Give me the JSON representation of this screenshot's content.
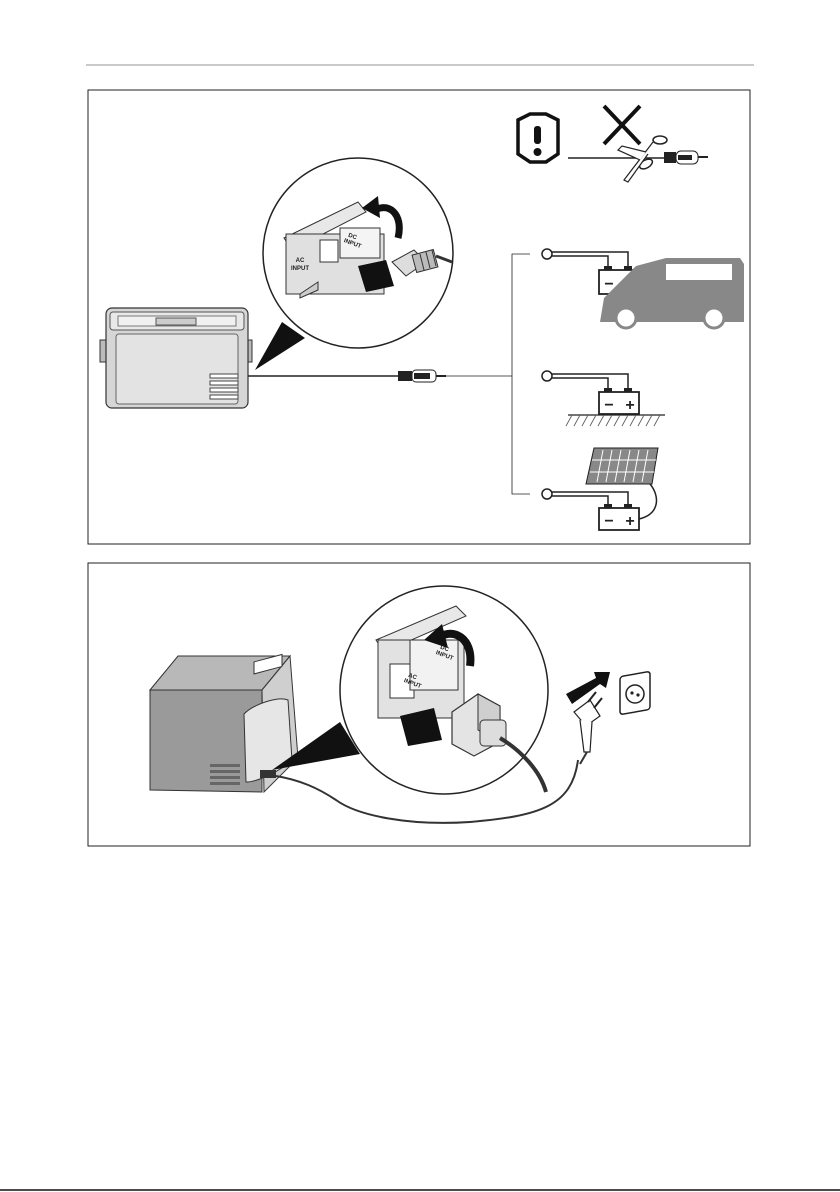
{
  "figure1": {
    "port_labels": {
      "ac_line1": "AC",
      "ac_line2": "INPUT",
      "dc_line1": "DC",
      "dc_line2": "INPUT"
    },
    "battery_symbols": {
      "minus": "−",
      "plus": "+"
    }
  },
  "figure2": {
    "port_labels": {
      "ac_line1": "AC",
      "ac_line2": "INPUT",
      "dc_line1": "DC",
      "dc_line2": "INPUT"
    }
  }
}
